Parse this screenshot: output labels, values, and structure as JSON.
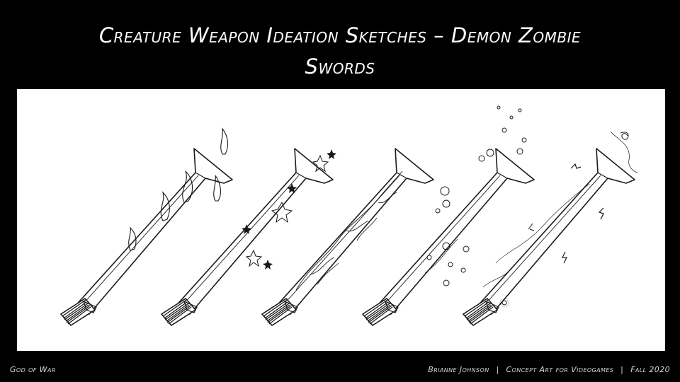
{
  "slide": {
    "title_line1": "Creature Weapon Ideation Sketches – Demon Zombie",
    "title_line2": "Swords"
  },
  "footer": {
    "left": "God of War",
    "author": "Brianne Johnson",
    "course": "Concept Art for Videogames",
    "term": "Fall 2020",
    "separator": "|"
  },
  "sketch": {
    "background": "#ffffff",
    "ink": "#1a1a1a",
    "variants": [
      "fire",
      "stars",
      "veins",
      "bubbles",
      "lightning"
    ]
  }
}
